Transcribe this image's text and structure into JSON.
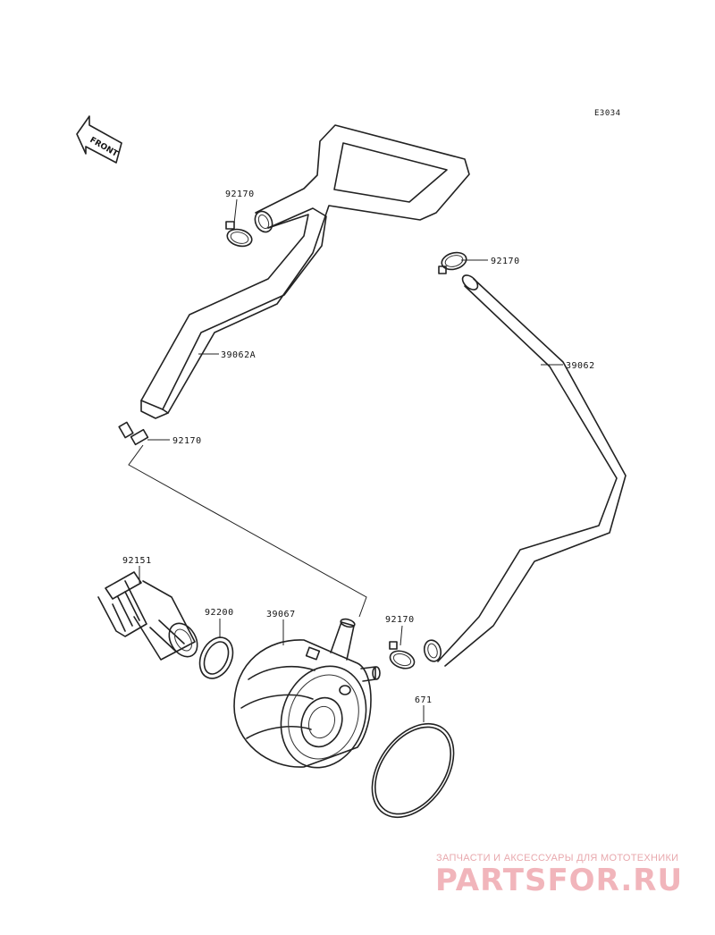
{
  "diagram": {
    "id": "E3034",
    "orientation": "FRONT",
    "parts": [
      {
        "number": "92170",
        "item": "hose-clamp"
      },
      {
        "number": "39062A",
        "item": "hose"
      },
      {
        "number": "39062",
        "item": "hose"
      },
      {
        "number": "92151",
        "item": "bolt"
      },
      {
        "number": "92200",
        "item": "washer"
      },
      {
        "number": "39067",
        "item": "oil-cooler"
      },
      {
        "number": "671",
        "item": "o-ring"
      }
    ],
    "callouts": {
      "clamp_upper_left": "92170",
      "clamp_upper_right": "92170",
      "clamp_left_nipple": "92170",
      "clamp_lower_right": "92170",
      "hose_left": "39062A",
      "hose_right": "39062",
      "bolt": "92151",
      "washer": "92200",
      "cooler": "39067",
      "oring": "671"
    }
  },
  "watermark": {
    "tagline": "ЗАПЧАСТИ И АКСЕССУАРЫ ДЛЯ МОТОТЕХНИКИ",
    "brand": "PARTSFOR.RU",
    "color": "#f1b5bb"
  }
}
